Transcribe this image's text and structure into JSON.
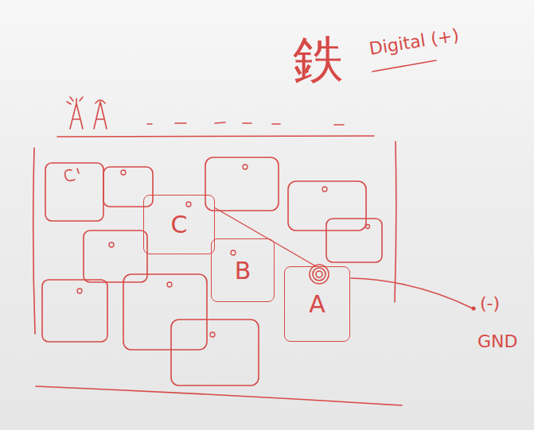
{
  "diagram": {
    "nodes": [
      {
        "text": [
          "C"
        ]
      },
      {
        "text": [
          "B"
        ]
      },
      {
        "text": [
          "A"
        ]
      }
    ],
    "edges": [
      {
        "from": 0,
        "to": 2,
        "arrow": "none"
      }
    ],
    "labels": [
      "鉄",
      "Digital (+)",
      "(-)",
      "GND"
    ]
  }
}
